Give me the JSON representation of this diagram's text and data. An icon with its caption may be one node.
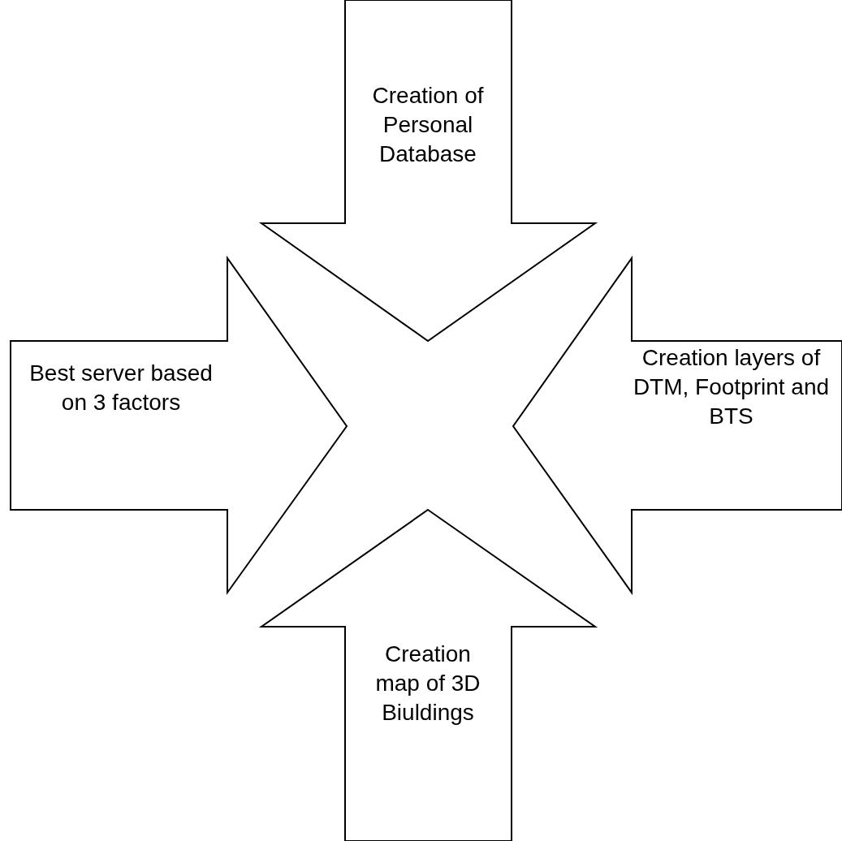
{
  "diagram": {
    "nodes": [
      {
        "text": [
          "Creation of Personal Database"
        ]
      },
      {
        "text": [
          "Best server based on 3 factors"
        ]
      },
      {
        "text": [
          "Creation layers of DTM, Footprint and BTS"
        ]
      },
      {
        "text": [
          "Creation map of 3D Biuldings"
        ]
      }
    ]
  }
}
